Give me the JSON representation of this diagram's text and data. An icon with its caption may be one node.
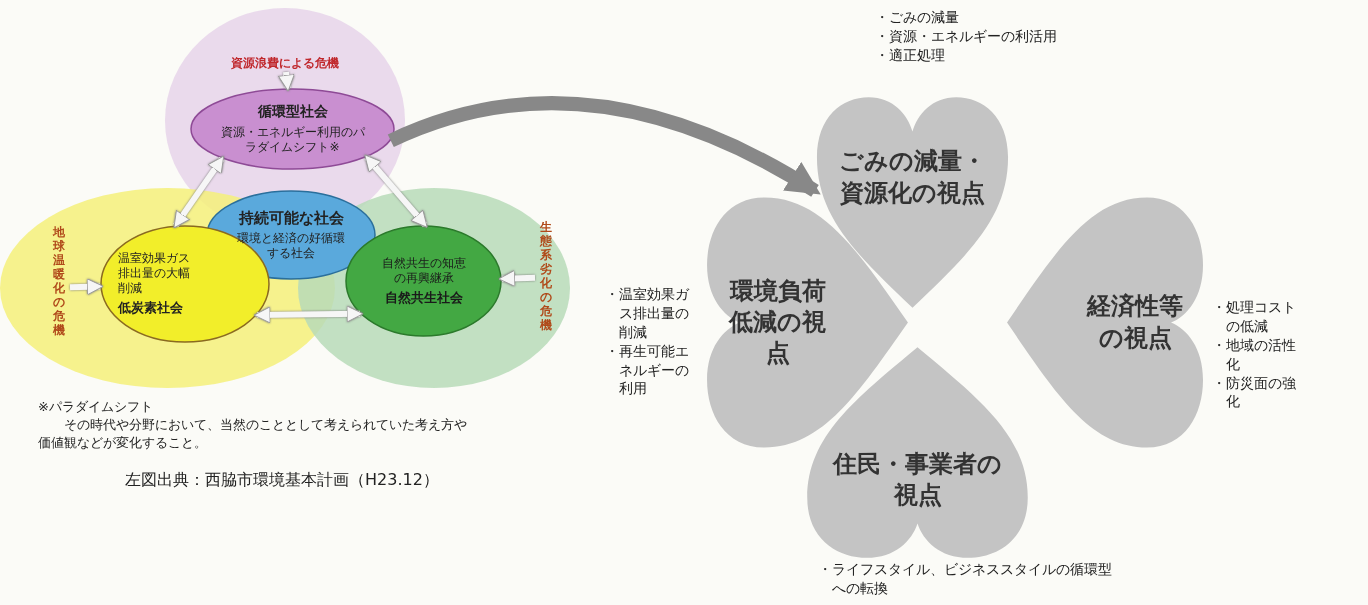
{
  "diagram": {
    "caption": "左図出典：西脇市環境基本計画（H23.12）",
    "nodes": [
      {
        "text": [
          "資源浪費による危機"
        ]
      },
      {
        "text": [
          "循環型社会",
          "資源・エネルギー利用のパラダイムシフト※"
        ]
      },
      {
        "text": [
          "持続可能な社会",
          "環境と経済の好循環する社会"
        ]
      },
      {
        "text": [
          "温室効果ガス排出量の大幅削減",
          "低炭素社会"
        ]
      },
      {
        "text": [
          "自然共生の知恵の再興継承",
          "自然共生社会"
        ]
      },
      {
        "text": [
          "地球温暖化の危機"
        ]
      },
      {
        "text": [
          "生態系劣化の危機"
        ]
      },
      {
        "text": [
          "ごみの減量・資源化の視点"
        ],
        "beside": [
          "・ごみの減量",
          "・資源・エネルギーの利活用",
          "・適正処理"
        ]
      },
      {
        "text": [
          "環境負荷低減の視点"
        ],
        "beside": [
          "・温室効果ガス排出量の削減",
          "・再生可能エネルギーの利用"
        ]
      },
      {
        "text": [
          "経済性等の視点"
        ],
        "beside": [
          "・処理コストの低減",
          "・地域の活性化",
          "・防災面の強化"
        ]
      },
      {
        "text": [
          "住民・事業者の視点"
        ],
        "beside": [
          "・ライフスタイル、ビジネススタイルの循環型への転換"
        ]
      }
    ],
    "edges": [
      {
        "from": 0,
        "to": 1,
        "arrow": "to"
      },
      {
        "from": 5,
        "to": 3,
        "arrow": "to"
      },
      {
        "from": 6,
        "to": 4,
        "arrow": "to"
      },
      {
        "from": 3,
        "to": 1,
        "arrow": "both"
      },
      {
        "from": 1,
        "to": 4,
        "arrow": "both"
      },
      {
        "from": 3,
        "to": 4,
        "arrow": "both"
      },
      {
        "from": 1,
        "to": 7,
        "arrow": "to",
        "style": "thick",
        "color": "#888888"
      }
    ],
    "labels": [
      "※パラダイムシフト",
      "その時代や分野において、当然のこととして考えられていた考え方や価値観などが変化すること。"
    ]
  }
}
